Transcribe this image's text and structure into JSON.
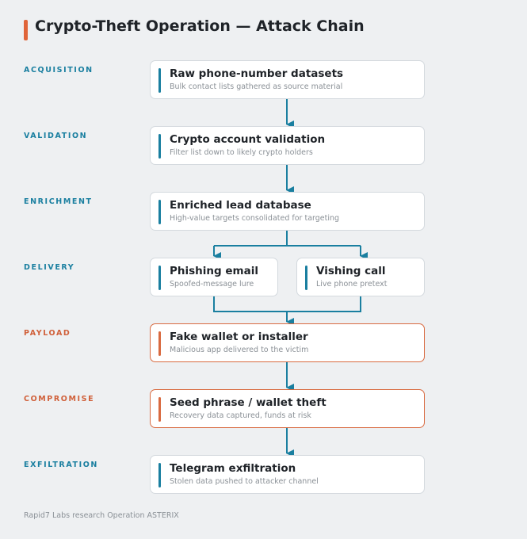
{
  "title": "Crypto-Theft Operation — Attack Chain",
  "stages": [
    {
      "label": "ACQUISITION"
    },
    {
      "label": "VALIDATION"
    },
    {
      "label": "ENRICHMENT"
    },
    {
      "label": "DELIVERY"
    },
    {
      "label": "PAYLOAD"
    },
    {
      "label": "COMPROMISE"
    },
    {
      "label": "EXFILTRATION"
    }
  ],
  "nodes": {
    "raw": {
      "title": "Raw phone-number datasets",
      "subtitle": "Bulk contact lists gathered as source material"
    },
    "validation": {
      "title": "Crypto account validation",
      "subtitle": "Filter list down to likely crypto holders"
    },
    "enriched": {
      "title": "Enriched lead database",
      "subtitle": "High-value targets consolidated for targeting"
    },
    "phishing": {
      "title": "Phishing email",
      "subtitle": "Spoofed-message lure"
    },
    "vishing": {
      "title": "Vishing call",
      "subtitle": "Live phone pretext"
    },
    "payload": {
      "title": "Fake wallet or installer",
      "subtitle": "Malicious app delivered to the victim"
    },
    "seed": {
      "title": "Seed phrase / wallet theft",
      "subtitle": "Recovery data captured, funds at risk"
    },
    "telegram": {
      "title": "Telegram exfiltration",
      "subtitle": "Stolen data pushed to attacker channel"
    }
  },
  "colors": {
    "accent": "#1a7fa0",
    "warning": "#d96a40",
    "title_marker": "#e0653a"
  },
  "footer": "Rapid7 Labs research Operation ASTERIX"
}
